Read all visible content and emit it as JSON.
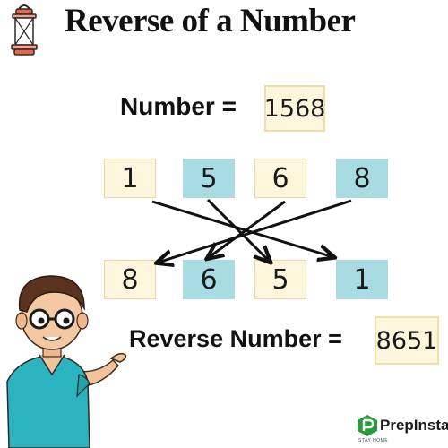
{
  "header": {
    "title": "Reverse of a Number",
    "lantern_icon": "lantern-icon"
  },
  "number_row": {
    "label": "Number =",
    "value": "1568"
  },
  "original_digits": [
    "1",
    "5",
    "6",
    "8"
  ],
  "reversed_digits": [
    "8",
    "6",
    "5",
    "1"
  ],
  "reverse_row": {
    "label": "Reverse Number =",
    "value": "8651"
  },
  "brand": {
    "name": "PrepInsta",
    "tagline": "STAY HOME",
    "logo_icon": "prepinsta-logo-icon"
  },
  "colors": {
    "cream_box": "#fdf6dd",
    "teal_box": "#a8dbe2",
    "arrow": "#111111",
    "brand_green": "#2e9a3e"
  },
  "illustration": "character-illustration"
}
